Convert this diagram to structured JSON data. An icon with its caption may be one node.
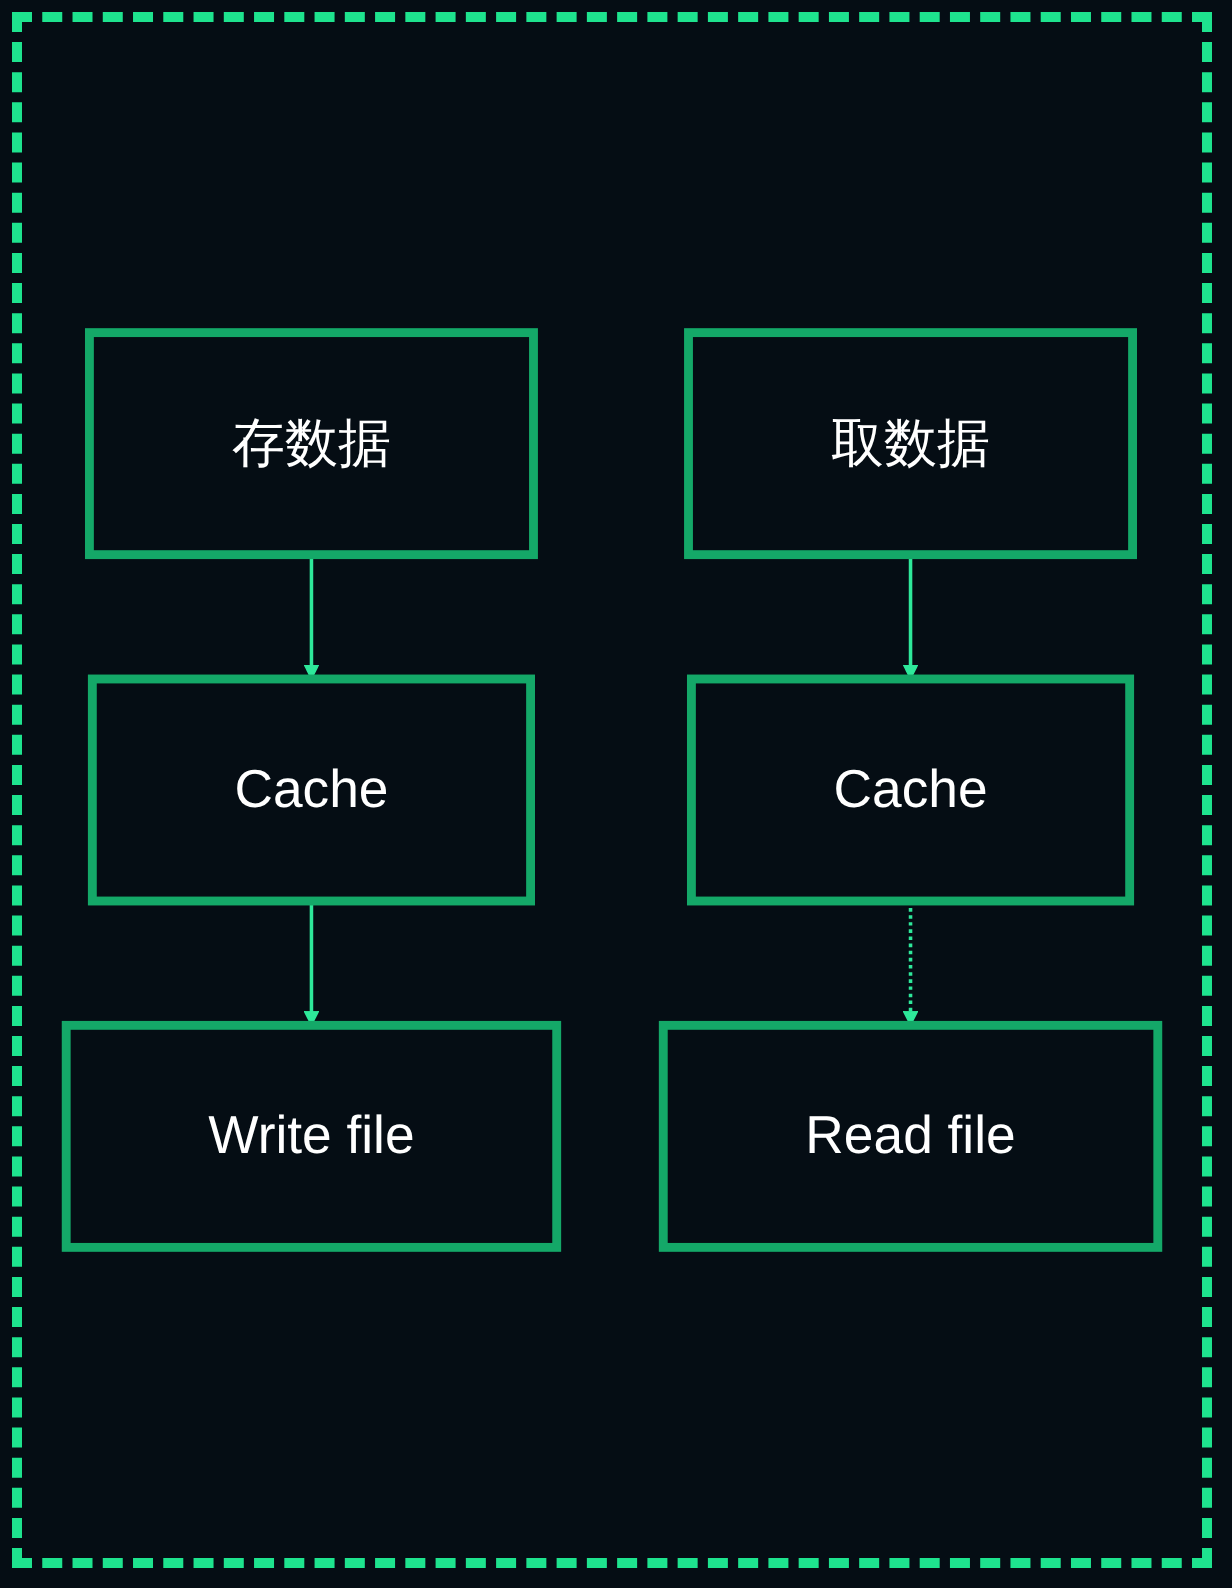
{
  "diagram": {
    "nodes": [
      {
        "text": [
          "存数据"
        ]
      },
      {
        "text": [
          "取数据"
        ]
      },
      {
        "text": [
          "Cache"
        ]
      },
      {
        "text": [
          "Cache"
        ]
      },
      {
        "text": [
          "Write file"
        ]
      },
      {
        "text": [
          "Read file"
        ]
      }
    ],
    "edges": [
      {
        "from": 0,
        "to": 2,
        "arrow": "to"
      },
      {
        "from": 2,
        "to": 4,
        "arrow": "to"
      },
      {
        "from": 1,
        "to": 3,
        "arrow": "to"
      },
      {
        "from": 3,
        "to": 5,
        "arrow": "to",
        "style": "dashed"
      }
    ]
  }
}
